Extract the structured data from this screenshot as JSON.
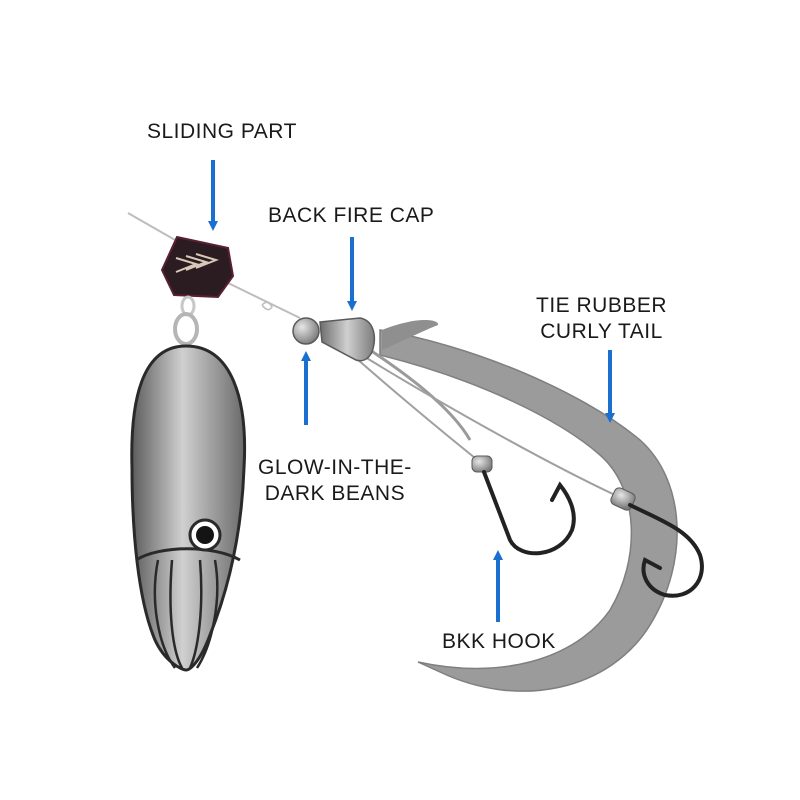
{
  "labels": {
    "sliding_part": "SLIDING PART",
    "back_fire_cap": "BACK  FIRE  CAP",
    "tie_rubber": [
      "TIE  RUBBER",
      "CURLY  TAIL"
    ],
    "glow_beans": [
      "GLOW-IN-THE-",
      "DARK BEANS"
    ],
    "bkk_hook": "BKK HOOK"
  },
  "colors": {
    "arrow": "#1a6fd1",
    "lure_body": "#8a8a8a",
    "tail": "#9b9b9b",
    "sliding_part": "#2a1c20",
    "hook": "#222222"
  }
}
